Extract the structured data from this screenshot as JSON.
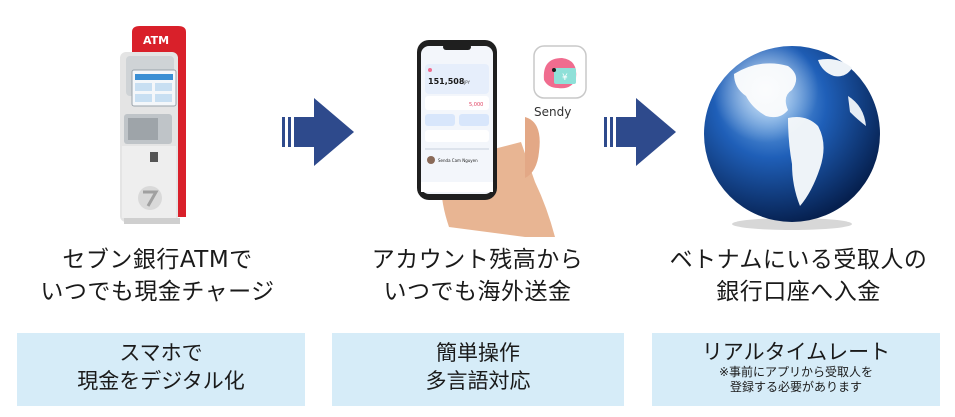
{
  "steps": [
    {
      "caption_line1": "セブン銀行ATMで",
      "caption_line2": "いつでも現金チャージ",
      "feature_line1": "スマホで",
      "feature_line2": "現金をデジタル化",
      "atm_sign": "ATM"
    },
    {
      "caption_line1": "アカウント残高から",
      "caption_line2": "いつでも海外送金",
      "feature_line1": "簡単操作",
      "feature_line2": "多言語対応",
      "app_name": "Sendy",
      "phone_balance": "151,508",
      "phone_currency": "JPY",
      "phone_amount2": "5,000",
      "phone_contact": "Senda Cam Nguyen"
    },
    {
      "caption_line1": "ベトナムにいる受取人の",
      "caption_line2": "銀行口座へ入金",
      "feature_title": "リアルタイムレート",
      "note_line1": "※事前にアプリから受取人を",
      "note_line2": "登録する必要があります"
    }
  ],
  "colors": {
    "arrow": "#2e4a8c",
    "feature_bg": "#d6ecf8",
    "atm_red": "#d9202a",
    "app_pink": "#f06c8f"
  },
  "icons": [
    "atm-machine-icon",
    "smartphone-icon",
    "sendy-app-icon",
    "globe-icon",
    "arrow-right-icon"
  ]
}
